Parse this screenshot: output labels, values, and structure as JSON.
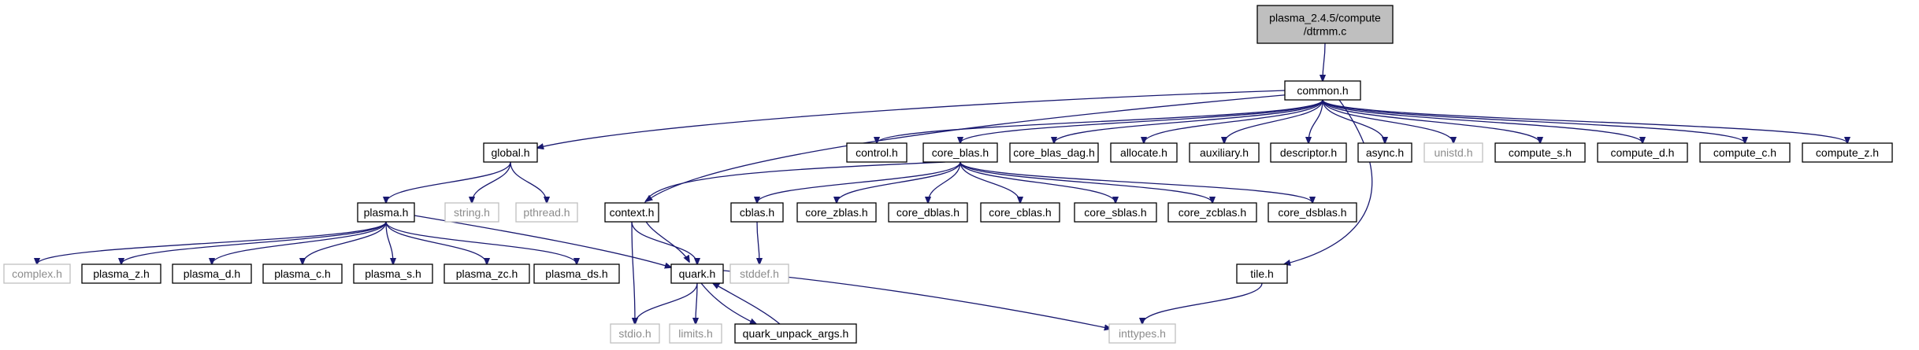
{
  "diagram": {
    "colors": {
      "edge": "#191970",
      "root_fill": "#bfbfbf",
      "node_border": "#000000",
      "external_border": "#bfbfbf",
      "external_text": "#8c8c8c"
    },
    "nodes": [
      {
        "id": "root",
        "lines": [
          "plasma_2.4.5/compute",
          "/dtrmm.c"
        ],
        "kind": "root"
      },
      {
        "id": "common_h",
        "lines": [
          "common.h"
        ],
        "kind": "file"
      },
      {
        "id": "global_h",
        "lines": [
          "global.h"
        ],
        "kind": "file"
      },
      {
        "id": "context_h",
        "lines": [
          "context.h"
        ],
        "kind": "file"
      },
      {
        "id": "control_h",
        "lines": [
          "control.h"
        ],
        "kind": "file"
      },
      {
        "id": "core_blas_h",
        "lines": [
          "core_blas.h"
        ],
        "kind": "file"
      },
      {
        "id": "core_blas_dag_h",
        "lines": [
          "core_blas_dag.h"
        ],
        "kind": "file"
      },
      {
        "id": "allocate_h",
        "lines": [
          "allocate.h"
        ],
        "kind": "file"
      },
      {
        "id": "auxiliary_h",
        "lines": [
          "auxiliary.h"
        ],
        "kind": "file"
      },
      {
        "id": "descriptor_h",
        "lines": [
          "descriptor.h"
        ],
        "kind": "file"
      },
      {
        "id": "async_h",
        "lines": [
          "async.h"
        ],
        "kind": "file"
      },
      {
        "id": "unistd_h",
        "lines": [
          "unistd.h"
        ],
        "kind": "external"
      },
      {
        "id": "compute_s_h",
        "lines": [
          "compute_s.h"
        ],
        "kind": "file"
      },
      {
        "id": "compute_d_h",
        "lines": [
          "compute_d.h"
        ],
        "kind": "file"
      },
      {
        "id": "compute_c_h",
        "lines": [
          "compute_c.h"
        ],
        "kind": "file"
      },
      {
        "id": "compute_z_h",
        "lines": [
          "compute_z.h"
        ],
        "kind": "file"
      },
      {
        "id": "tile_h",
        "lines": [
          "tile.h"
        ],
        "kind": "file"
      },
      {
        "id": "plasma_h",
        "lines": [
          "plasma.h"
        ],
        "kind": "file"
      },
      {
        "id": "string_h",
        "lines": [
          "string.h"
        ],
        "kind": "external"
      },
      {
        "id": "pthread_h",
        "lines": [
          "pthread.h"
        ],
        "kind": "external"
      },
      {
        "id": "complex_h",
        "lines": [
          "complex.h"
        ],
        "kind": "external"
      },
      {
        "id": "plasma_z_h",
        "lines": [
          "plasma_z.h"
        ],
        "kind": "file"
      },
      {
        "id": "plasma_d_h",
        "lines": [
          "plasma_d.h"
        ],
        "kind": "file"
      },
      {
        "id": "plasma_c_h",
        "lines": [
          "plasma_c.h"
        ],
        "kind": "file"
      },
      {
        "id": "plasma_s_h",
        "lines": [
          "plasma_s.h"
        ],
        "kind": "file"
      },
      {
        "id": "plasma_zc_h",
        "lines": [
          "plasma_zc.h"
        ],
        "kind": "file"
      },
      {
        "id": "plasma_ds_h",
        "lines": [
          "plasma_ds.h"
        ],
        "kind": "file"
      },
      {
        "id": "quark_h",
        "lines": [
          "quark.h"
        ],
        "kind": "file"
      },
      {
        "id": "stdio_h",
        "lines": [
          "stdio.h"
        ],
        "kind": "external"
      },
      {
        "id": "limits_h",
        "lines": [
          "limits.h"
        ],
        "kind": "external"
      },
      {
        "id": "quark_unpack_args_h",
        "lines": [
          "quark_unpack_args.h"
        ],
        "kind": "file"
      },
      {
        "id": "cblas_h",
        "lines": [
          "cblas.h"
        ],
        "kind": "file"
      },
      {
        "id": "stddef_h",
        "lines": [
          "stddef.h"
        ],
        "kind": "external"
      },
      {
        "id": "core_zblas_h",
        "lines": [
          "core_zblas.h"
        ],
        "kind": "file"
      },
      {
        "id": "core_dblas_h",
        "lines": [
          "core_dblas.h"
        ],
        "kind": "file"
      },
      {
        "id": "core_cblas_h",
        "lines": [
          "core_cblas.h"
        ],
        "kind": "file"
      },
      {
        "id": "core_sblas_h",
        "lines": [
          "core_sblas.h"
        ],
        "kind": "file"
      },
      {
        "id": "core_zcblas_h",
        "lines": [
          "core_zcblas.h"
        ],
        "kind": "file"
      },
      {
        "id": "core_dsblas_h",
        "lines": [
          "core_dsblas.h"
        ],
        "kind": "file"
      },
      {
        "id": "inttypes_h",
        "lines": [
          "inttypes.h"
        ],
        "kind": "external"
      }
    ],
    "edges": [
      {
        "from": "root",
        "to": "common_h"
      },
      {
        "from": "common_h",
        "to": "global_h"
      },
      {
        "from": "common_h",
        "to": "context_h"
      },
      {
        "from": "common_h",
        "to": "control_h"
      },
      {
        "from": "common_h",
        "to": "core_blas_h"
      },
      {
        "from": "common_h",
        "to": "core_blas_dag_h"
      },
      {
        "from": "common_h",
        "to": "allocate_h"
      },
      {
        "from": "common_h",
        "to": "auxiliary_h"
      },
      {
        "from": "common_h",
        "to": "descriptor_h"
      },
      {
        "from": "common_h",
        "to": "tile_h"
      },
      {
        "from": "common_h",
        "to": "async_h"
      },
      {
        "from": "common_h",
        "to": "unistd_h"
      },
      {
        "from": "common_h",
        "to": "compute_s_h"
      },
      {
        "from": "common_h",
        "to": "compute_d_h"
      },
      {
        "from": "common_h",
        "to": "compute_c_h"
      },
      {
        "from": "common_h",
        "to": "compute_z_h"
      },
      {
        "from": "global_h",
        "to": "plasma_h"
      },
      {
        "from": "global_h",
        "to": "string_h"
      },
      {
        "from": "global_h",
        "to": "pthread_h"
      },
      {
        "from": "plasma_h",
        "to": "complex_h"
      },
      {
        "from": "plasma_h",
        "to": "plasma_z_h"
      },
      {
        "from": "plasma_h",
        "to": "plasma_d_h"
      },
      {
        "from": "plasma_h",
        "to": "plasma_c_h"
      },
      {
        "from": "plasma_h",
        "to": "plasma_s_h"
      },
      {
        "from": "plasma_h",
        "to": "plasma_zc_h"
      },
      {
        "from": "plasma_h",
        "to": "plasma_ds_h"
      },
      {
        "from": "plasma_h",
        "to": "quark_h"
      },
      {
        "from": "context_h",
        "to": "quark_h"
      },
      {
        "from": "context_h",
        "to": "stdio_h"
      },
      {
        "from": "core_blas_h",
        "to": "quark_h"
      },
      {
        "from": "core_blas_h",
        "to": "cblas_h"
      },
      {
        "from": "core_blas_h",
        "to": "core_zblas_h"
      },
      {
        "from": "core_blas_h",
        "to": "core_dblas_h"
      },
      {
        "from": "core_blas_h",
        "to": "core_cblas_h"
      },
      {
        "from": "core_blas_h",
        "to": "core_sblas_h"
      },
      {
        "from": "core_blas_h",
        "to": "core_zcblas_h"
      },
      {
        "from": "core_blas_h",
        "to": "core_dsblas_h"
      },
      {
        "from": "cblas_h",
        "to": "stddef_h"
      },
      {
        "from": "quark_h",
        "to": "stdio_h"
      },
      {
        "from": "quark_h",
        "to": "limits_h"
      },
      {
        "from": "quark_h",
        "to": "quark_unpack_args_h"
      },
      {
        "from": "quark_h",
        "to": "inttypes_h"
      },
      {
        "from": "quark_unpack_args_h",
        "to": "quark_h"
      },
      {
        "from": "tile_h",
        "to": "inttypes_h"
      }
    ]
  }
}
